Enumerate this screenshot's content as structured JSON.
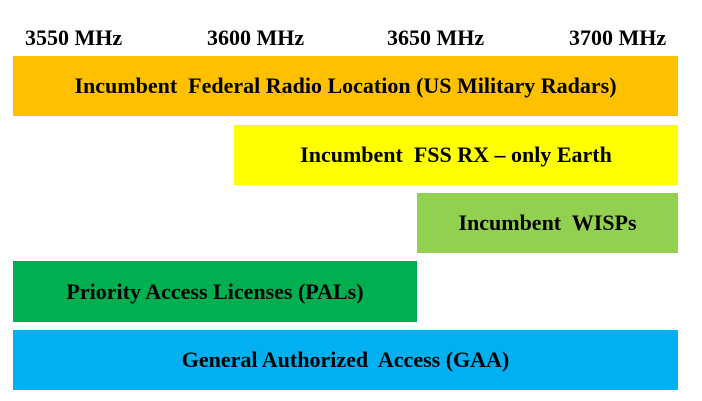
{
  "frequency_axis": {
    "labels": [
      "3550 MHz",
      "3600 MHz",
      "3650 MHz",
      "3700 MHz"
    ]
  },
  "bands": [
    {
      "label": "Incumbent  Federal Radio Location (US Military Radars)",
      "color": "#FFC000"
    },
    {
      "label": "Incumbent  FSS RX – only Earth",
      "color": "#FFFF00"
    },
    {
      "label": "Incumbent  WISPs",
      "color": "#92D050"
    },
    {
      "label": "Priority Access Licenses (PALs)",
      "color": "#00B050"
    },
    {
      "label": "General Authorized  Access (GAA)",
      "color": "#00B0F0"
    }
  ]
}
